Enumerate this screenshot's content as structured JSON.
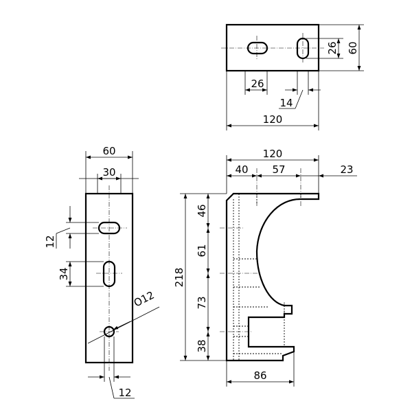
{
  "dimensions": {
    "top_view": {
      "height_total": "60",
      "height_slot": "26",
      "slot_offset": "26",
      "slot_width": "14",
      "width_total": "120"
    },
    "side_view": {
      "width_total": "60",
      "width_half": "30",
      "slot_height": "12",
      "slot_length": "34",
      "hole_diameter": "O12",
      "hole_width": "12"
    },
    "front_view": {
      "width_total": "120",
      "offset_left": "40",
      "offset_mid": "57",
      "offset_right": "23",
      "height_total": "218",
      "seg_1": "46",
      "seg_2": "61",
      "seg_3": "73",
      "seg_4": "38",
      "base_width": "86"
    }
  }
}
